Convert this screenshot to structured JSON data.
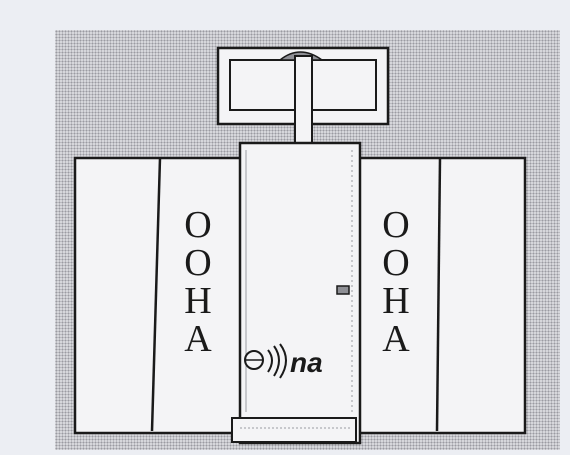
{
  "left_panel": {
    "letters": [
      "O",
      "O",
      "H",
      "A"
    ]
  },
  "right_panel": {
    "letters": [
      "O",
      "O",
      "H",
      "A"
    ]
  },
  "logo": {
    "text": "na"
  },
  "colors": {
    "line": "#1a1a1a",
    "panel": "#f4f4f6",
    "shade": "#d9dade"
  }
}
